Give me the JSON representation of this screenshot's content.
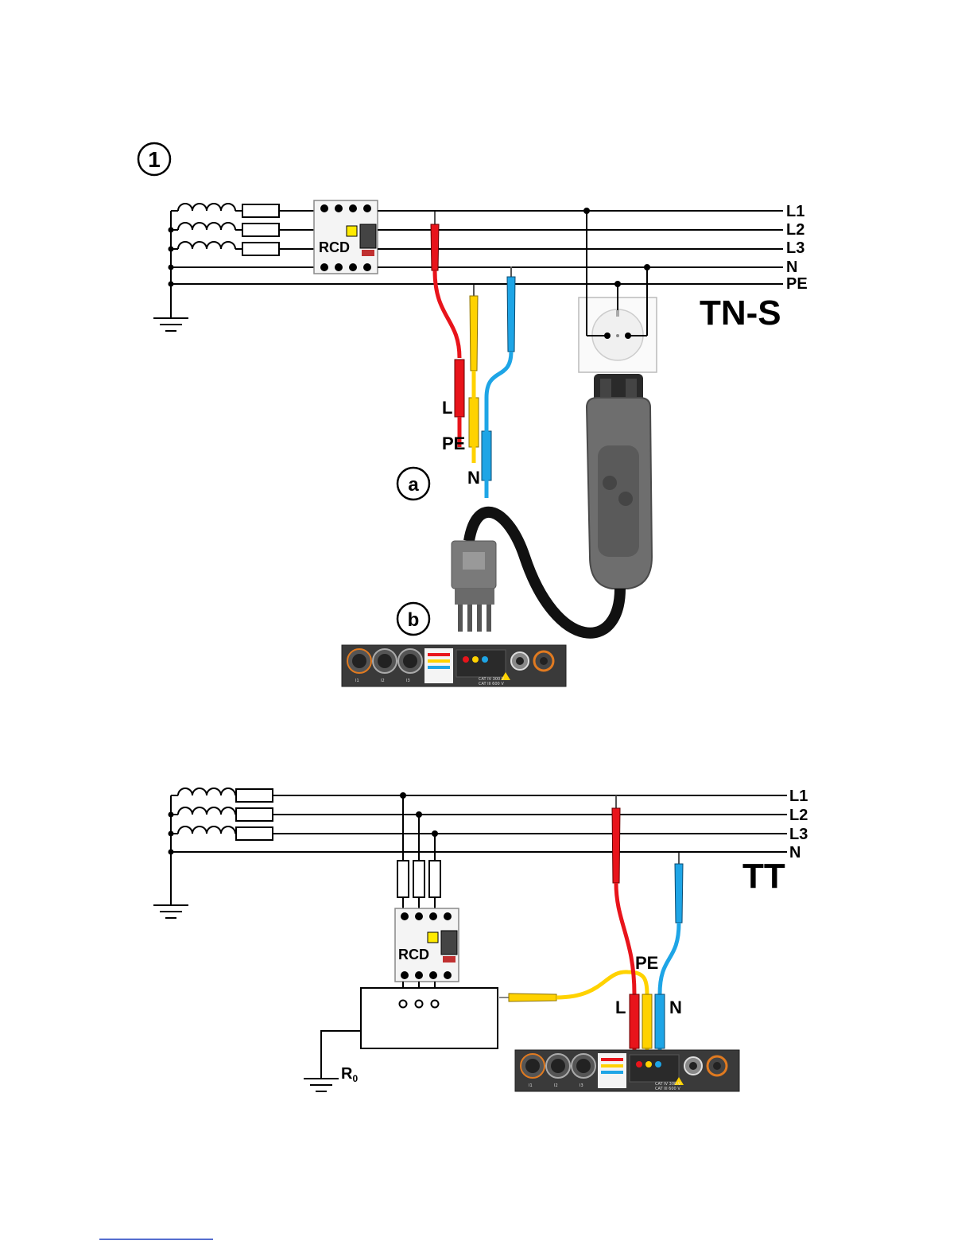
{
  "step_marker": "1",
  "colors": {
    "line": "#000000",
    "red_probe": "#e8141b",
    "yellow_probe": "#ffd200",
    "blue_probe": "#1ea5e6",
    "meter_panel": "#3a3a3a",
    "adapter_grey": "#707070",
    "rcd_indicator": "#ffea00"
  },
  "tns": {
    "system_label": "TN-S",
    "lines": [
      "L1",
      "L2",
      "L3",
      "N",
      "PE"
    ],
    "rcd_label": "RCD",
    "probe_labels": {
      "L": "L",
      "PE": "PE",
      "N": "N"
    },
    "callouts": {
      "a": "a",
      "b": "b"
    }
  },
  "tt": {
    "system_label": "TT",
    "lines": [
      "L1",
      "L2",
      "L3",
      "N"
    ],
    "rcd_label": "RCD",
    "probe_labels": {
      "L": "L",
      "PE": "PE",
      "N": "N"
    },
    "earth_label": "R",
    "earth_sub": "0"
  },
  "meter": {
    "socket_labels": [
      "I1",
      "I2",
      "I3"
    ],
    "cat_text_1": "CAT IV 300 V",
    "cat_text_2": "CAT III 600 V"
  }
}
